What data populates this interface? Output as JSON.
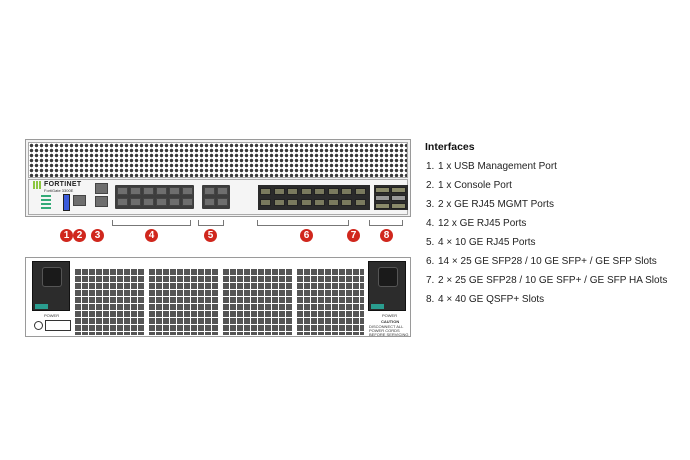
{
  "device": {
    "brand": "FORTINET",
    "model": "FortiGate 3300E",
    "rear_labels": {
      "power": "POWER",
      "caution": "CAUTION",
      "warning": "DISCONNECT ALL POWER CORDS BEFORE SERVICING"
    }
  },
  "callouts": [
    "1",
    "2",
    "3",
    "4",
    "5",
    "6",
    "7",
    "8"
  ],
  "interfaces": {
    "title": "Interfaces",
    "items": [
      {
        "num": "1.",
        "label": "1 x USB Management Port"
      },
      {
        "num": "2.",
        "label": "1 x Console Port"
      },
      {
        "num": "3.",
        "label": "2 x GE RJ45 MGMT Ports"
      },
      {
        "num": "4.",
        "label": "12 x GE RJ45 Ports"
      },
      {
        "num": "5.",
        "label": "4 × 10 GE RJ45 Ports"
      },
      {
        "num": "6.",
        "label": "14 × 25 GE SFP28 / 10 GE SFP+ / GE SFP Slots"
      },
      {
        "num": "7.",
        "label": "2 × 25 GE SFP28 / 10 GE SFP+ / GE SFP HA Slots"
      },
      {
        "num": "8.",
        "label": "4 × 40 GE QSFP+ Slots"
      }
    ]
  },
  "colors": {
    "callout": "#d0271d",
    "logo_green": "#8cc63f",
    "psu_tab": "#2a9d8f"
  }
}
